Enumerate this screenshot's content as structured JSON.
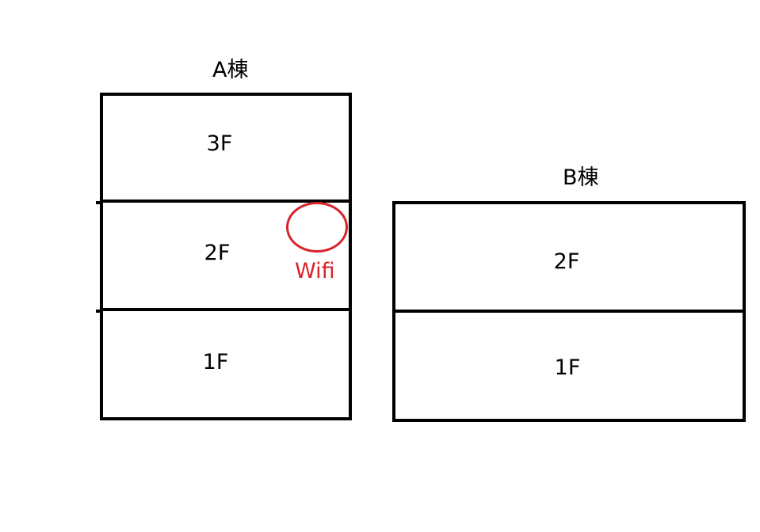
{
  "building_a": {
    "title": "A棟",
    "floors": [
      "3F",
      "2F",
      "1F"
    ]
  },
  "building_b": {
    "title": "B棟",
    "floors": [
      "2F",
      "1F"
    ]
  },
  "wifi": {
    "label": "Wifi",
    "color": "#d8232a"
  },
  "colors": {
    "line": "#000000",
    "background": "#ffffff"
  }
}
